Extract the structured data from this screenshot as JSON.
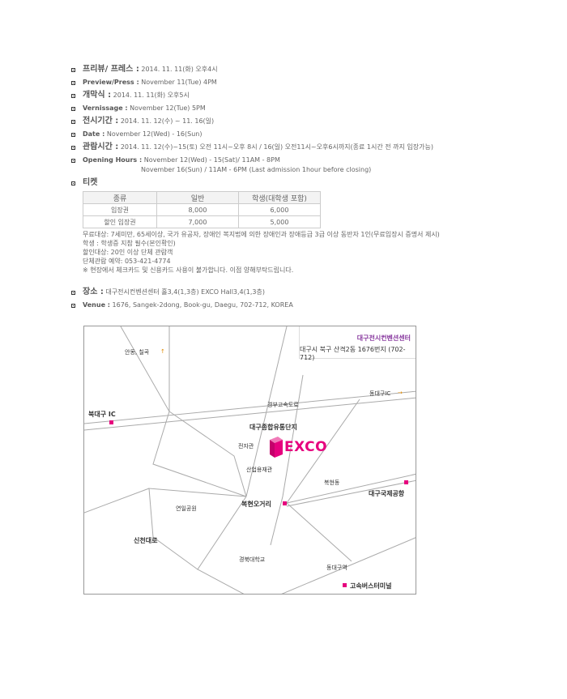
{
  "info": {
    "preview_ko": {
      "label": "프리뷰/ 프레스 :",
      "value": "2014. 11. 11(화) 오후4시"
    },
    "preview_en": {
      "label": "Preview/Press :",
      "value": "November 11(Tue) 4PM"
    },
    "opening_ko": {
      "label": "개막식 :",
      "value": "2014. 11. 11(화) 오후5시"
    },
    "opening_en": {
      "label": "Vernissage :",
      "value": "November 12(Tue) 5PM"
    },
    "period_ko": {
      "label": "전시기간 :",
      "value": "2014. 11. 12(수) ~ 11. 16(일)"
    },
    "period_en": {
      "label": "Date :",
      "value": "November 12(Wed) - 16(Sun)"
    },
    "hours_ko": {
      "label": "관람시간 :",
      "value": "2014. 11. 12(수)~15(토) 오전 11시~오후 8시 / 16(일) 오전11시~오후6시까지(종료 1시간 전 까지 입장가능)"
    },
    "hours_en": {
      "label": "Opening Hours :",
      "value": "November 12(Wed) - 15(Sat)/ 11AM - 8PM",
      "value2": "November 16(Sun) / 11AM - 6PM (Last admission 1hour before closing)"
    },
    "ticket_label": "티켓",
    "venue_ko": {
      "label": "장소 :",
      "value": "대구전시컨벤션센터 홀3,4(1,3층) EXCO Hall3,4(1,3층)"
    },
    "venue_en": {
      "label": "Venue :",
      "value": "1676, Sangek-2dong, Book-gu, Daegu, 702-712, KOREA"
    }
  },
  "ticket_table": {
    "headers": [
      "종류",
      "일반",
      "학생(대학생 포함)"
    ],
    "rows": [
      [
        "입장권",
        "8,000",
        "6,000"
      ],
      [
        "할인 입장권",
        "7,000",
        "5,000"
      ]
    ]
  },
  "ticket_notes": [
    "무료대상: 7세미만, 65세이상, 국가 유공자, 장애인 복지법에 의한 장애인과 장애등급 3급 이상 동반자 1인(무료입장시 증명서 제시)",
    "학생 : 학생증 지참 필수(본인확인)",
    "할인대상: 20인 이상 단체 관람객",
    "단체관람 예약: 053-421-4774",
    "※ 현장에서 체크카드 및 신용카드 사용이 불가합니다. 이점 양해부탁드립니다."
  ],
  "map": {
    "venue_name": "대구전시컨벤션센터",
    "venue_address": "대구시 북구 산격2동 1676번지 (702-712)",
    "logo_text": "EXCO",
    "labels": {
      "andong": "안동, 칠곡",
      "dongdaegu_ic": "동대구IC",
      "gyeongbu": "경부고속도로",
      "bukdaegu_ic": "북대구 IC",
      "jonghap": "대구종합유통단지",
      "jeonja": "전자관",
      "saneop": "산업용재관",
      "bokhyeon_dong": "복현동",
      "airport": "대구국제공항",
      "yeonil": "연일공원",
      "bokhyeon_5": "복현오거리",
      "sincheon": "신천대로",
      "knu": "경북대학교",
      "dongdaegu_st": "동대구역",
      "bus_terminal": "고속버스터미널"
    },
    "colors": {
      "accent": "#e6007e",
      "road": "#aaaaaa",
      "arrow": "#e08a00",
      "venue_name": "#8a3ca0"
    }
  }
}
